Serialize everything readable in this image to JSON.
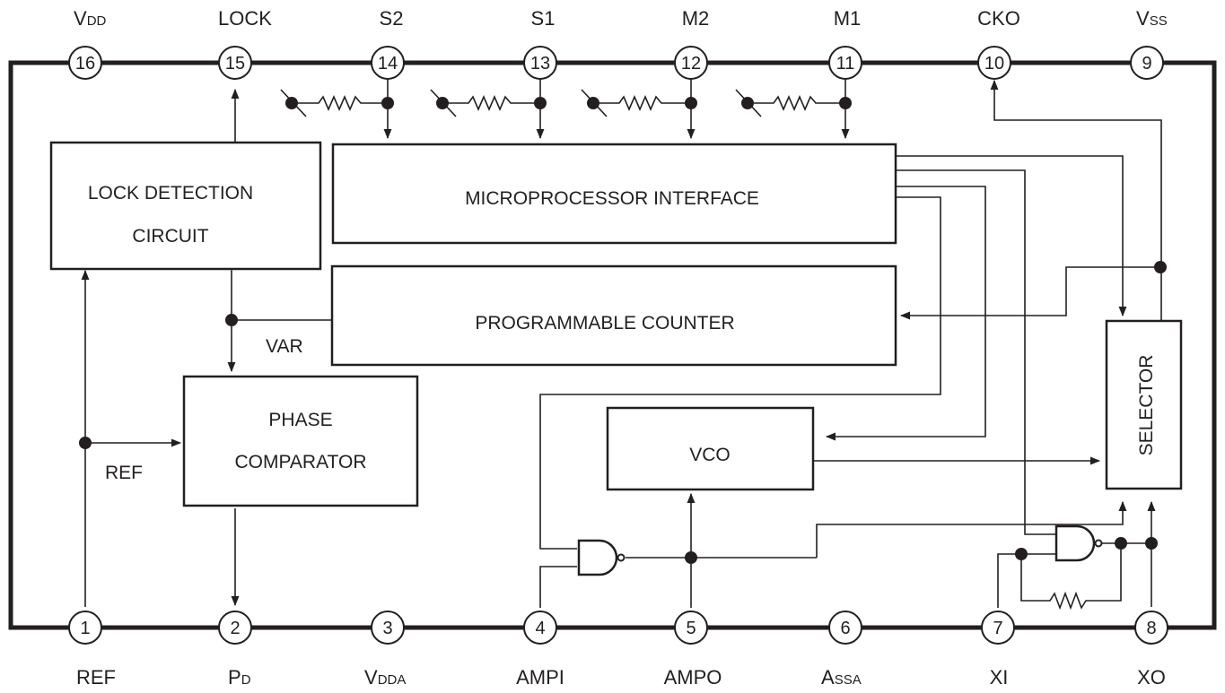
{
  "pins_top": [
    {
      "num": "16",
      "label": "V",
      "sub": "DD"
    },
    {
      "num": "15",
      "label": "LOCK",
      "sub": ""
    },
    {
      "num": "14",
      "label": "S2",
      "sub": ""
    },
    {
      "num": "13",
      "label": "S1",
      "sub": ""
    },
    {
      "num": "12",
      "label": "M2",
      "sub": ""
    },
    {
      "num": "11",
      "label": "M1",
      "sub": ""
    },
    {
      "num": "10",
      "label": "CKO",
      "sub": ""
    },
    {
      "num": "9",
      "label": "V",
      "sub": "SS"
    }
  ],
  "pins_bottom": [
    {
      "num": "1",
      "label": "REF",
      "sub": ""
    },
    {
      "num": "2",
      "label": "P",
      "sub": "D"
    },
    {
      "num": "3",
      "label": "V",
      "sub": "DDA"
    },
    {
      "num": "4",
      "label": "AMPI",
      "sub": ""
    },
    {
      "num": "5",
      "label": "AMPO",
      "sub": ""
    },
    {
      "num": "6",
      "label": "A",
      "sub": "SSA"
    },
    {
      "num": "7",
      "label": "XI",
      "sub": ""
    },
    {
      "num": "8",
      "label": "XO",
      "sub": ""
    }
  ],
  "blocks": {
    "lock_detection": [
      "LOCK DETECTION",
      "CIRCUIT"
    ],
    "microprocessor_interface": "MICROPROCESSOR INTERFACE",
    "programmable_counter": "PROGRAMMABLE COUNTER",
    "phase_comparator": [
      "PHASE",
      "COMPARATOR"
    ],
    "vco": "VCO",
    "selector": "SELECTOR"
  },
  "signals": {
    "var": "VAR",
    "ref": "REF"
  }
}
